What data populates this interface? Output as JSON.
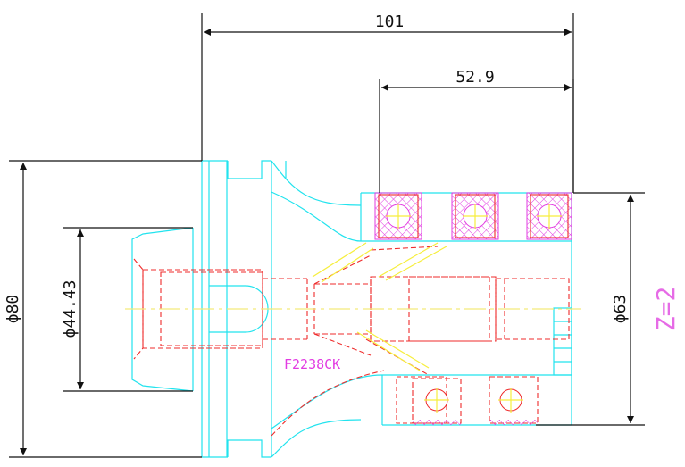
{
  "dimensions": {
    "overall_length": "101",
    "insert_span": "52.9",
    "body_diameter": "ϕ80",
    "shank_diameter": "ϕ44.43",
    "cutting_diameter": "ϕ63"
  },
  "part_number": "F2238CK",
  "teeth_count": "Z=2",
  "colors": {
    "outline": "#22e3ee",
    "hidden_lines": "#ef2b2b",
    "centerline": "#f3e97a",
    "inserts": "#e23be2",
    "dimensions": "#111111"
  }
}
